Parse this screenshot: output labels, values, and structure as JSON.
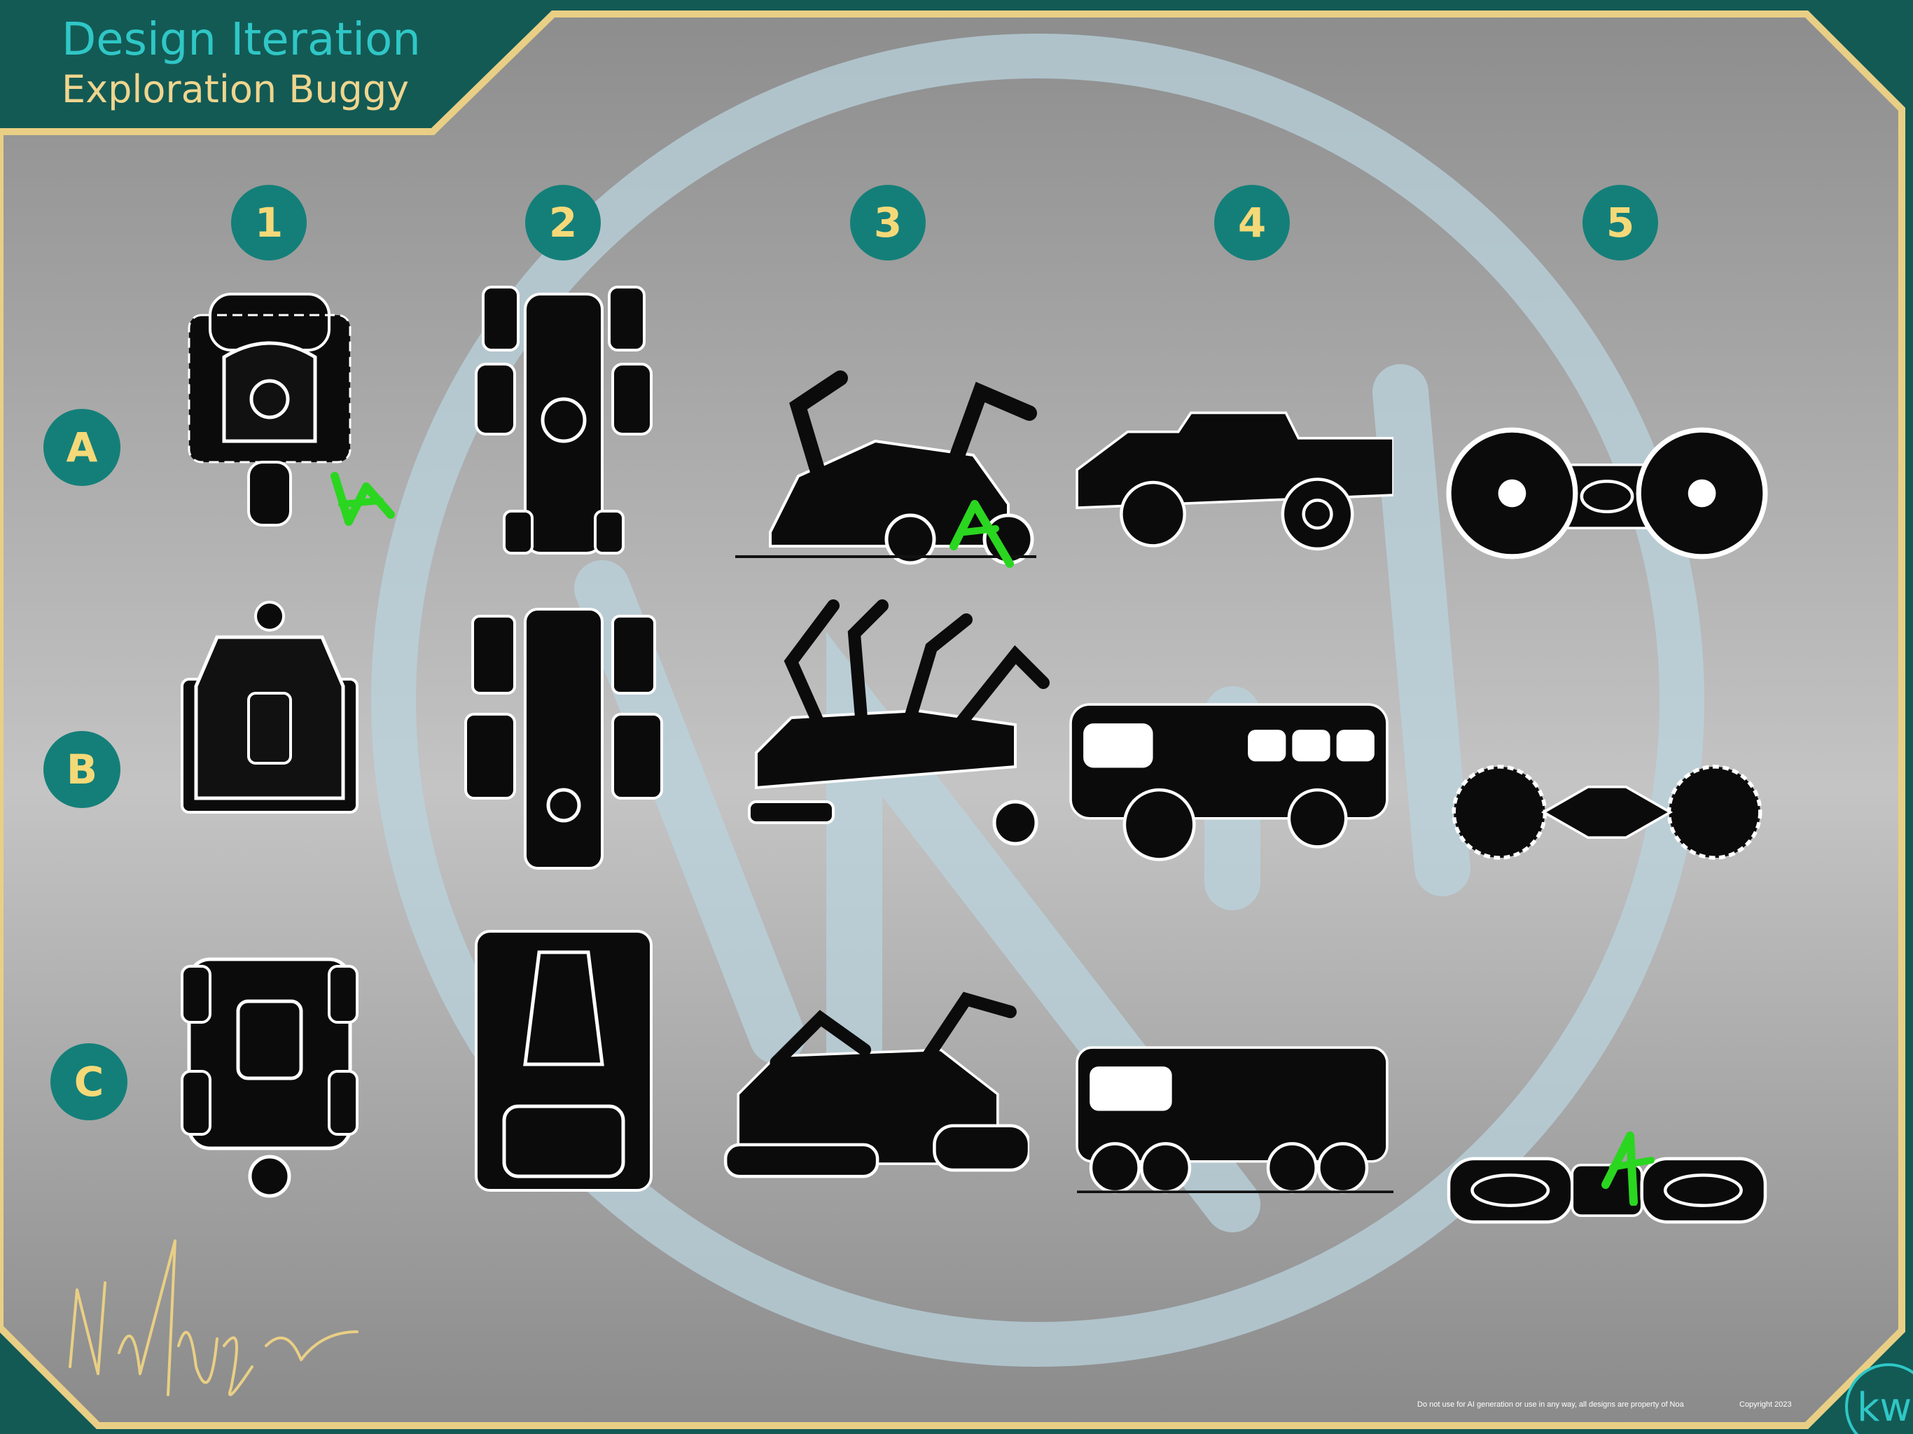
{
  "header": {
    "title": "Design Iteration",
    "subtitle": "Exploration Buggy"
  },
  "columns": [
    {
      "label": "1"
    },
    {
      "label": "2"
    },
    {
      "label": "3"
    },
    {
      "label": "4"
    },
    {
      "label": "5"
    }
  ],
  "rows": [
    {
      "label": "A"
    },
    {
      "label": "B"
    },
    {
      "label": "C"
    }
  ],
  "approved_marks": [
    {
      "design": "A1",
      "mark": "approval-check-icon"
    },
    {
      "design": "A3",
      "mark": "approval-check-icon"
    },
    {
      "design": "C5",
      "mark": "approval-check-icon"
    }
  ],
  "footer": {
    "note": "Do not use for AI generation or use in any way, all designs are property of Noa",
    "copyright": "Copyright 2023"
  },
  "logo": {
    "text": "kw"
  },
  "colors": {
    "frame_teal": "#135a55",
    "gold_border": "#e9cf85",
    "label_teal": "#147f79",
    "label_text": "#f5d978",
    "title_cyan": "#2fc7c6",
    "approval_green": "#2ad620",
    "watermark": "#b9d3de"
  }
}
